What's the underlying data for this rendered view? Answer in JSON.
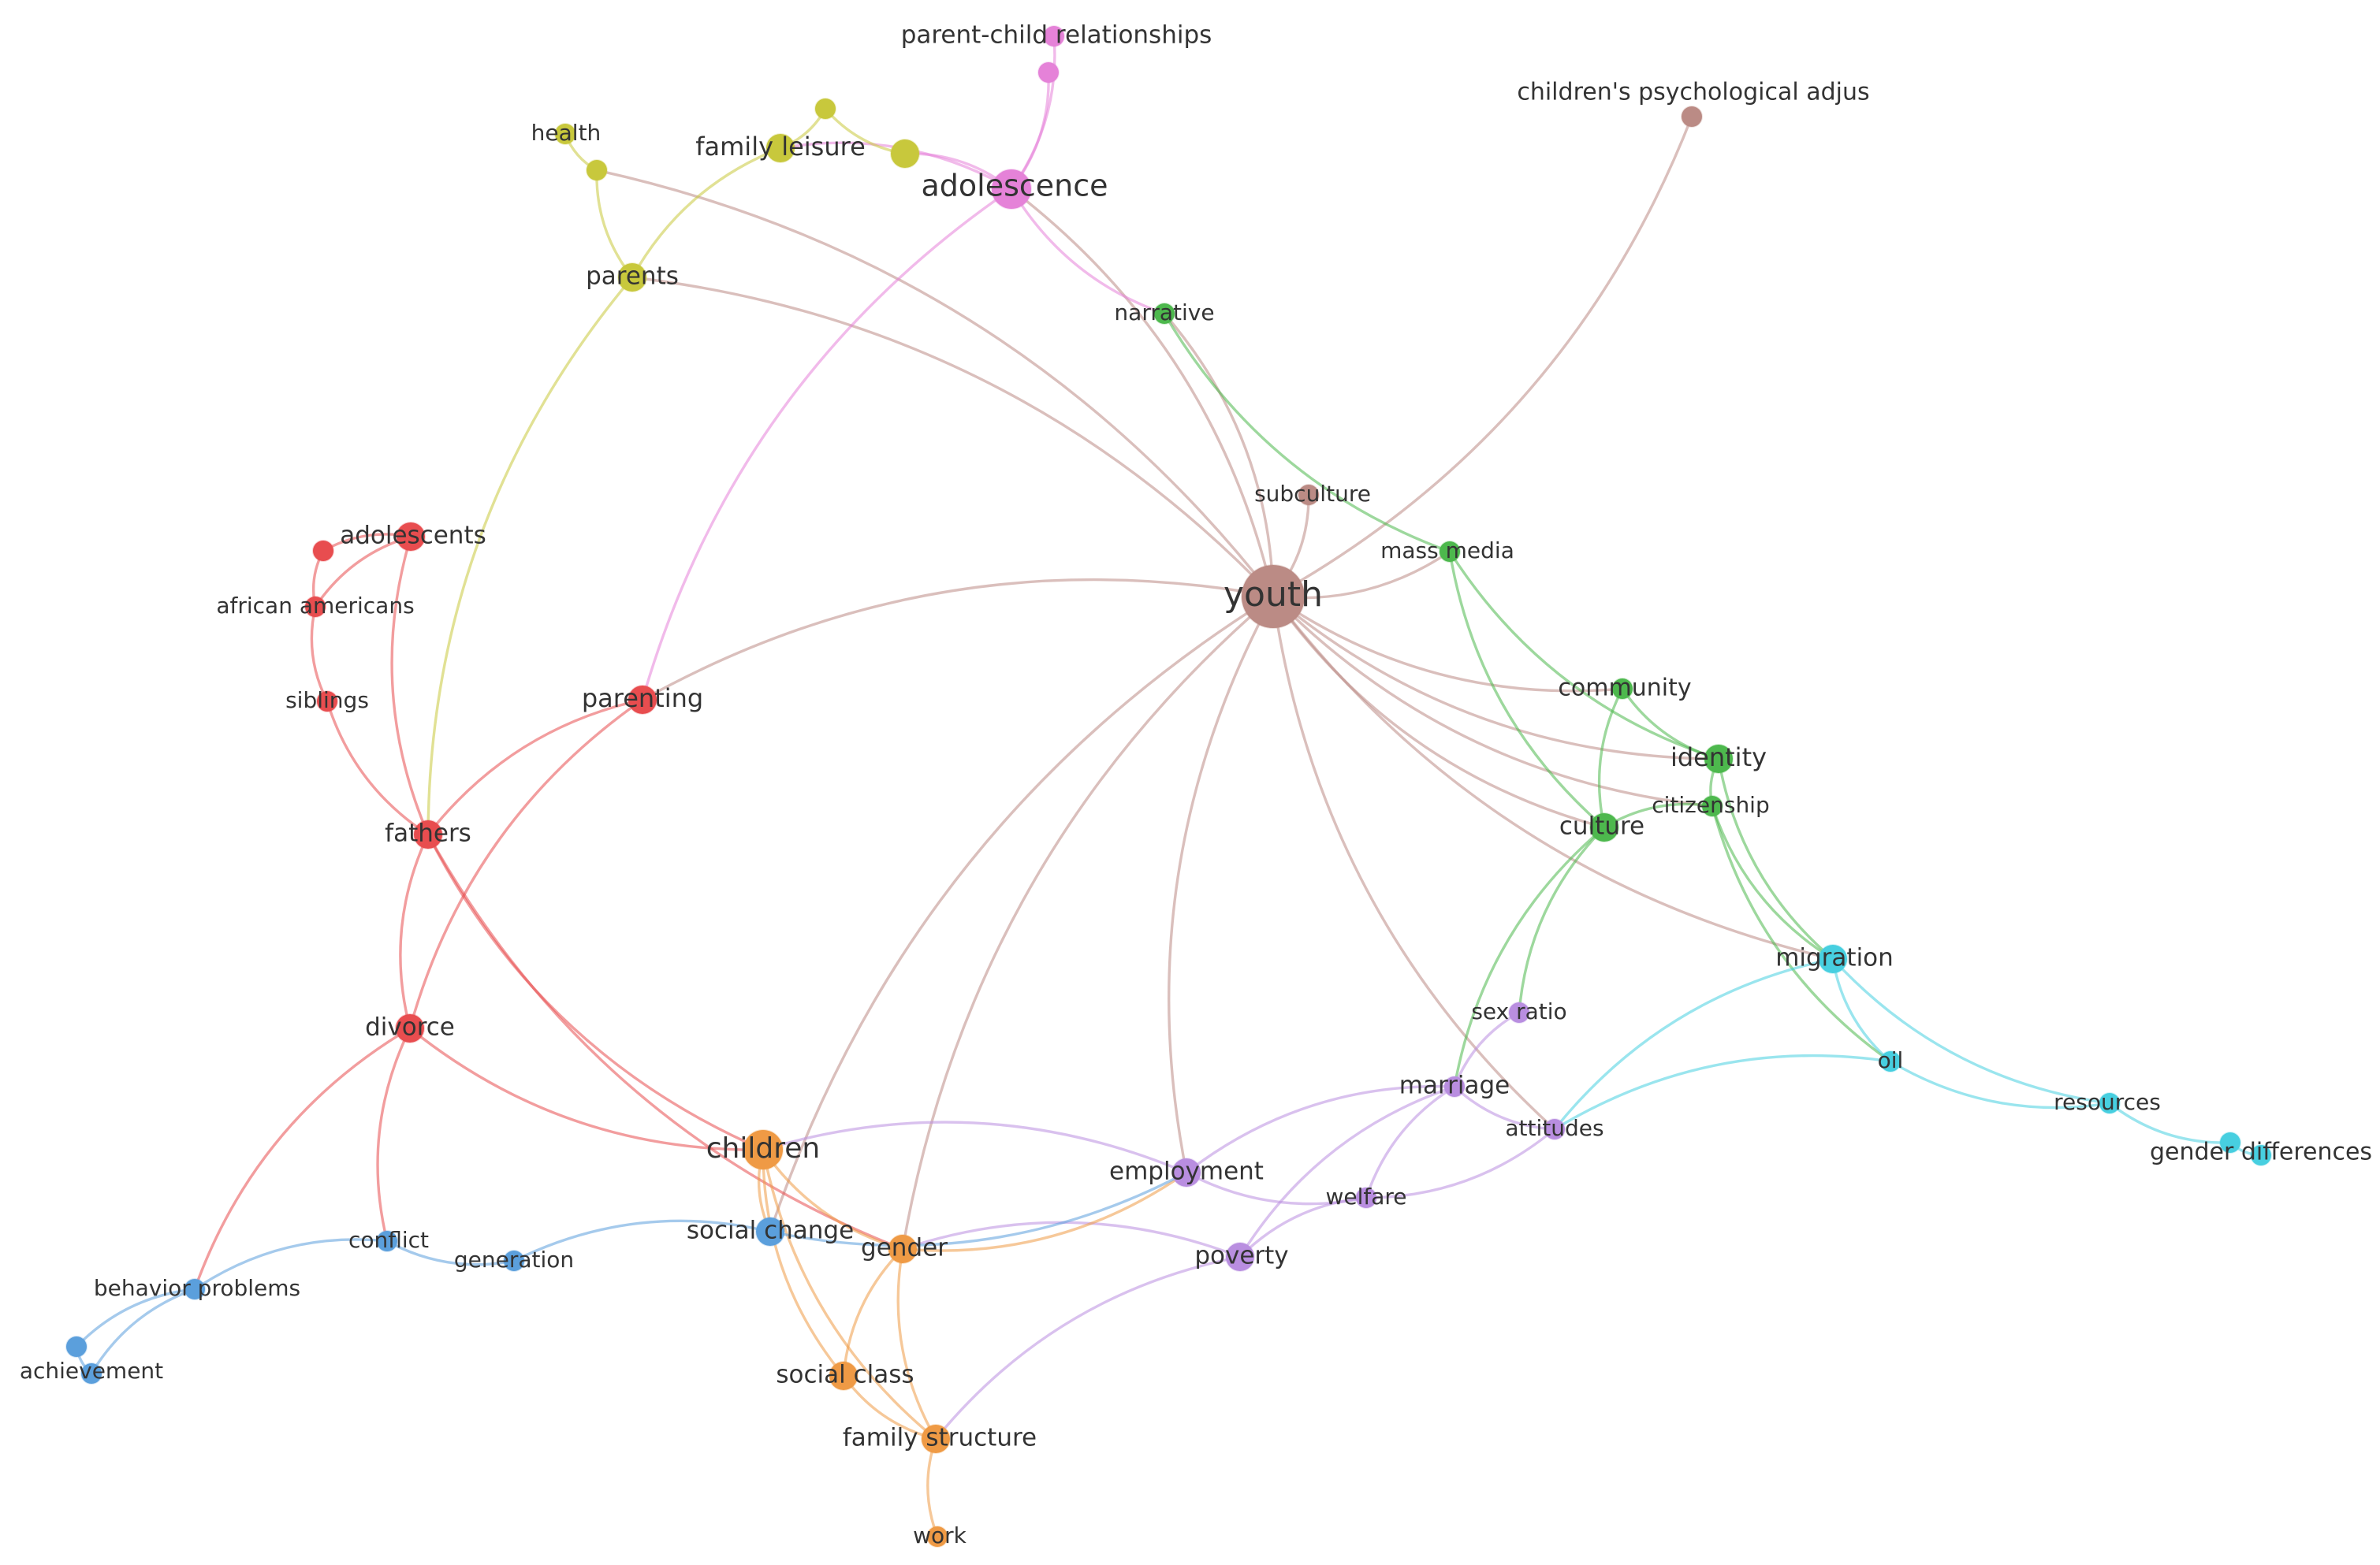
{
  "clusters": {
    "red": "#e84d4f",
    "yellow": "#c8c83c",
    "pink": "#e582d8",
    "brown": "#bb8b85",
    "green": "#4db84d",
    "cyan": "#47cfe0",
    "purple": "#b98ee0",
    "orange": "#ef9a45",
    "blue": "#5b9fdc"
  },
  "nodes": [
    {
      "id": "youth",
      "label": "youth",
      "cluster": "brown",
      "size": "xl"
    },
    {
      "id": "subculture",
      "label": "subculture",
      "cluster": "brown",
      "size": "s"
    },
    {
      "id": "childrens-psych",
      "label": "children's psychological adjus",
      "cluster": "brown",
      "size": "s"
    },
    {
      "id": "adolescence",
      "label": "adolescence",
      "cluster": "pink",
      "size": "l"
    },
    {
      "id": "parent-child",
      "label": "parent-child relationships",
      "cluster": "pink",
      "size": "s"
    },
    {
      "id": "parent-child-2",
      "label": "",
      "cluster": "pink",
      "size": "s"
    },
    {
      "id": "health",
      "label": "health",
      "cluster": "yellow",
      "size": "s"
    },
    {
      "id": "health-2",
      "label": "",
      "cluster": "yellow",
      "size": "s"
    },
    {
      "id": "family-leisure",
      "label": "family leisure",
      "cluster": "yellow",
      "size": "m"
    },
    {
      "id": "leisure-2",
      "label": "",
      "cluster": "yellow",
      "size": "s"
    },
    {
      "id": "leisure-3",
      "label": "",
      "cluster": "yellow",
      "size": "m"
    },
    {
      "id": "parents",
      "label": "parents",
      "cluster": "yellow",
      "size": "m"
    },
    {
      "id": "narrative",
      "label": "narrative",
      "cluster": "green",
      "size": "s"
    },
    {
      "id": "mass-media",
      "label": "mass media",
      "cluster": "green",
      "size": "s"
    },
    {
      "id": "community",
      "label": "community",
      "cluster": "green",
      "size": "s"
    },
    {
      "id": "identity",
      "label": "identity",
      "cluster": "green",
      "size": "m"
    },
    {
      "id": "citizenship",
      "label": "citizenship",
      "cluster": "green",
      "size": "s"
    },
    {
      "id": "culture",
      "label": "culture",
      "cluster": "green",
      "size": "m"
    },
    {
      "id": "migration",
      "label": "migration",
      "cluster": "cyan",
      "size": "m"
    },
    {
      "id": "oil",
      "label": "oil",
      "cluster": "cyan",
      "size": "s"
    },
    {
      "id": "resources",
      "label": "resources",
      "cluster": "cyan",
      "size": "s"
    },
    {
      "id": "gender-differences",
      "label": "gender differences",
      "cluster": "cyan",
      "size": "s"
    },
    {
      "id": "gender-differences-2",
      "label": "",
      "cluster": "cyan",
      "size": "s"
    },
    {
      "id": "sex-ratio",
      "label": "sex ratio",
      "cluster": "purple",
      "size": "s"
    },
    {
      "id": "marriage",
      "label": "marriage",
      "cluster": "purple",
      "size": "s"
    },
    {
      "id": "attitudes",
      "label": "attitudes",
      "cluster": "purple",
      "size": "s"
    },
    {
      "id": "employment",
      "label": "employment",
      "cluster": "purple",
      "size": "m"
    },
    {
      "id": "welfare",
      "label": "welfare",
      "cluster": "purple",
      "size": "s"
    },
    {
      "id": "poverty",
      "label": "poverty",
      "cluster": "purple",
      "size": "m"
    },
    {
      "id": "adolescents",
      "label": "adolescents",
      "cluster": "red",
      "size": "m"
    },
    {
      "id": "adolescents-2",
      "label": "",
      "cluster": "red",
      "size": "s"
    },
    {
      "id": "african-americans",
      "label": "african americans",
      "cluster": "red",
      "size": "s"
    },
    {
      "id": "siblings",
      "label": "siblings",
      "cluster": "red",
      "size": "s"
    },
    {
      "id": "parenting",
      "label": "parenting",
      "cluster": "red",
      "size": "m"
    },
    {
      "id": "fathers",
      "label": "fathers",
      "cluster": "red",
      "size": "m"
    },
    {
      "id": "divorce",
      "label": "divorce",
      "cluster": "red",
      "size": "m"
    },
    {
      "id": "children",
      "label": "children",
      "cluster": "orange",
      "size": "l"
    },
    {
      "id": "gender",
      "label": "gender",
      "cluster": "orange",
      "size": "m"
    },
    {
      "id": "social-class",
      "label": "social class",
      "cluster": "orange",
      "size": "m"
    },
    {
      "id": "family-structure",
      "label": "family structure",
      "cluster": "orange",
      "size": "m"
    },
    {
      "id": "work",
      "label": "work",
      "cluster": "orange",
      "size": "s"
    },
    {
      "id": "social-change",
      "label": "social change",
      "cluster": "blue",
      "size": "m"
    },
    {
      "id": "conflict",
      "label": "conflict",
      "cluster": "blue",
      "size": "s"
    },
    {
      "id": "generation",
      "label": "generation",
      "cluster": "blue",
      "size": "s"
    },
    {
      "id": "behavior-problems",
      "label": "behavior problems",
      "cluster": "blue",
      "size": "s"
    },
    {
      "id": "achievement",
      "label": "achievement",
      "cluster": "blue",
      "size": "s"
    },
    {
      "id": "achievement-2",
      "label": "",
      "cluster": "blue",
      "size": "s"
    }
  ],
  "edges": [
    [
      "youth",
      "adolescence"
    ],
    [
      "youth",
      "parents"
    ],
    [
      "youth",
      "health-2"
    ],
    [
      "youth",
      "subculture"
    ],
    [
      "youth",
      "childrens-psych"
    ],
    [
      "youth",
      "narrative"
    ],
    [
      "youth",
      "mass-media"
    ],
    [
      "youth",
      "community"
    ],
    [
      "youth",
      "identity"
    ],
    [
      "youth",
      "citizenship"
    ],
    [
      "youth",
      "culture"
    ],
    [
      "youth",
      "migration"
    ],
    [
      "youth",
      "parenting"
    ],
    [
      "youth",
      "social-change"
    ],
    [
      "youth",
      "gender"
    ],
    [
      "youth",
      "employment"
    ],
    [
      "youth",
      "attitudes"
    ],
    [
      "adolescence",
      "parent-child"
    ],
    [
      "adolescence",
      "parent-child-2"
    ],
    [
      "adolescence",
      "family-leisure"
    ],
    [
      "adolescence",
      "leisure-3"
    ],
    [
      "adolescence",
      "narrative"
    ],
    [
      "adolescence",
      "parenting"
    ],
    [
      "family-leisure",
      "leisure-2"
    ],
    [
      "family-leisure",
      "parents"
    ],
    [
      "health",
      "health-2"
    ],
    [
      "health-2",
      "parents"
    ],
    [
      "parents",
      "fathers"
    ],
    [
      "leisure-2",
      "leisure-3"
    ],
    [
      "narrative",
      "mass-media"
    ],
    [
      "mass-media",
      "culture"
    ],
    [
      "mass-media",
      "identity"
    ],
    [
      "community",
      "culture"
    ],
    [
      "community",
      "identity"
    ],
    [
      "identity",
      "citizenship"
    ],
    [
      "identity",
      "migration"
    ],
    [
      "citizenship",
      "culture"
    ],
    [
      "citizenship",
      "migration"
    ],
    [
      "citizenship",
      "oil"
    ],
    [
      "culture",
      "marriage"
    ],
    [
      "culture",
      "sex-ratio"
    ],
    [
      "migration",
      "oil"
    ],
    [
      "migration",
      "resources"
    ],
    [
      "migration",
      "attitudes"
    ],
    [
      "oil",
      "resources"
    ],
    [
      "oil",
      "attitudes"
    ],
    [
      "resources",
      "gender-differences"
    ],
    [
      "gender-differences",
      "gender-differences-2"
    ],
    [
      "sex-ratio",
      "marriage"
    ],
    [
      "marriage",
      "attitudes"
    ],
    [
      "marriage",
      "employment"
    ],
    [
      "marriage",
      "welfare"
    ],
    [
      "marriage",
      "poverty"
    ],
    [
      "employment",
      "welfare"
    ],
    [
      "employment",
      "children"
    ],
    [
      "welfare",
      "attitudes"
    ],
    [
      "poverty",
      "gender"
    ],
    [
      "poverty",
      "family-structure"
    ],
    [
      "welfare",
      "poverty"
    ],
    [
      "adolescents",
      "adolescents-2"
    ],
    [
      "adolescents",
      "african-americans"
    ],
    [
      "adolescents",
      "fathers"
    ],
    [
      "adolescents-2",
      "african-americans"
    ],
    [
      "african-americans",
      "siblings"
    ],
    [
      "siblings",
      "fathers"
    ],
    [
      "parenting",
      "fathers"
    ],
    [
      "parenting",
      "divorce"
    ],
    [
      "fathers",
      "divorce"
    ],
    [
      "fathers",
      "children"
    ],
    [
      "fathers",
      "gender"
    ],
    [
      "divorce",
      "children"
    ],
    [
      "divorce",
      "conflict"
    ],
    [
      "divorce",
      "behavior-problems"
    ],
    [
      "children",
      "gender"
    ],
    [
      "children",
      "social-class"
    ],
    [
      "children",
      "family-structure"
    ],
    [
      "children",
      "social-change"
    ],
    [
      "gender",
      "social-class"
    ],
    [
      "gender",
      "family-structure"
    ],
    [
      "gender",
      "employment"
    ],
    [
      "social-class",
      "family-structure"
    ],
    [
      "family-structure",
      "work"
    ],
    [
      "social-change",
      "generation"
    ],
    [
      "social-change",
      "employment"
    ],
    [
      "conflict",
      "generation"
    ],
    [
      "conflict",
      "behavior-problems"
    ],
    [
      "behavior-problems",
      "achievement"
    ],
    [
      "behavior-problems",
      "achievement-2"
    ],
    [
      "achievement",
      "achievement-2"
    ]
  ]
}
